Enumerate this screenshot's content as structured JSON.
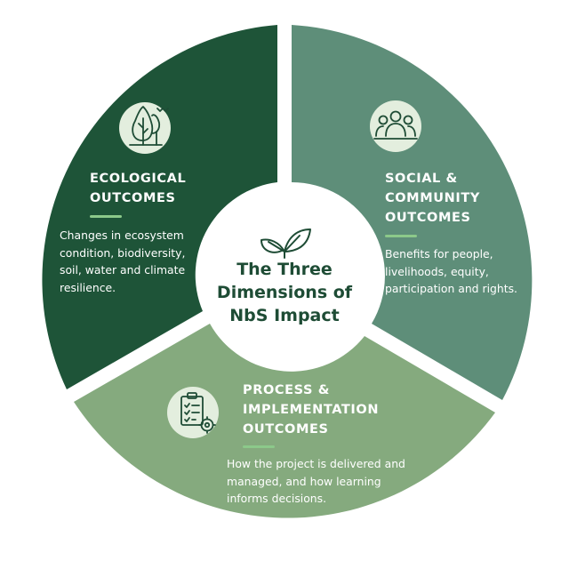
{
  "colors": {
    "ecological": "#1e5438",
    "social": "#5e8e79",
    "process": "#85aa7e",
    "center_text": "#1e4c35",
    "accent_rule": "#8cc98a",
    "icon_disc": "#e3eede",
    "icon_stroke": "#1e4c35"
  },
  "center": {
    "title_lines": [
      "The Three",
      "Dimensions of",
      "NbS Impact"
    ],
    "icon": "leaves-icon"
  },
  "segments": {
    "ecological": {
      "icon": "tree-icon",
      "title_lines": [
        "ECOLOGICAL",
        "OUTCOMES"
      ],
      "description": "Changes in ecosystem condition, biodiversity, soil, water and climate resilience."
    },
    "social": {
      "icon": "people-icon",
      "title_lines": [
        "SOCIAL &",
        "COMMUNITY",
        "OUTCOMES"
      ],
      "description": "Benefits for people, livelihoods, equity, participation and rights."
    },
    "process": {
      "icon": "clipboard-gear-icon",
      "title_lines": [
        "PROCESS &",
        "IMPLEMENTATION",
        "OUTCOMES"
      ],
      "description": "How the project is delivered and managed, and how learning informs decisions."
    }
  }
}
